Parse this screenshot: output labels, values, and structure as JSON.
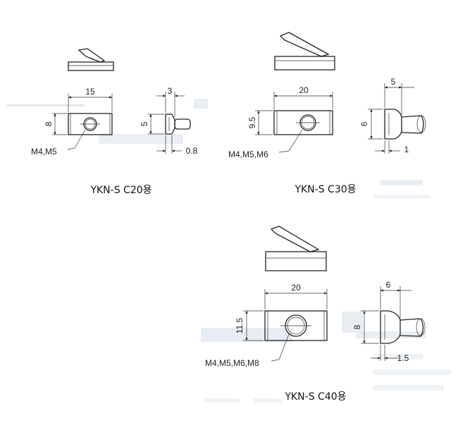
{
  "parts": [
    {
      "caption": "YKN-S C20용",
      "width": "15",
      "height": "8",
      "threads": "M4,M5",
      "side_top": "3",
      "side_height": "5",
      "side_bottom": "0.8"
    },
    {
      "caption": "YKN-S C30용",
      "width": "20",
      "height": "9.5",
      "threads": "M4,M5,M6",
      "side_top": "5",
      "side_height": "6",
      "side_bottom": "1"
    },
    {
      "caption": "YKN-S C40용",
      "width": "20",
      "height": "11.5",
      "threads": "M4,M5,M6,M8",
      "side_top": "6",
      "side_height": "8",
      "side_bottom": "1.5"
    }
  ],
  "colors": {
    "ink": "#222222",
    "ghost": "#c9d4de"
  }
}
